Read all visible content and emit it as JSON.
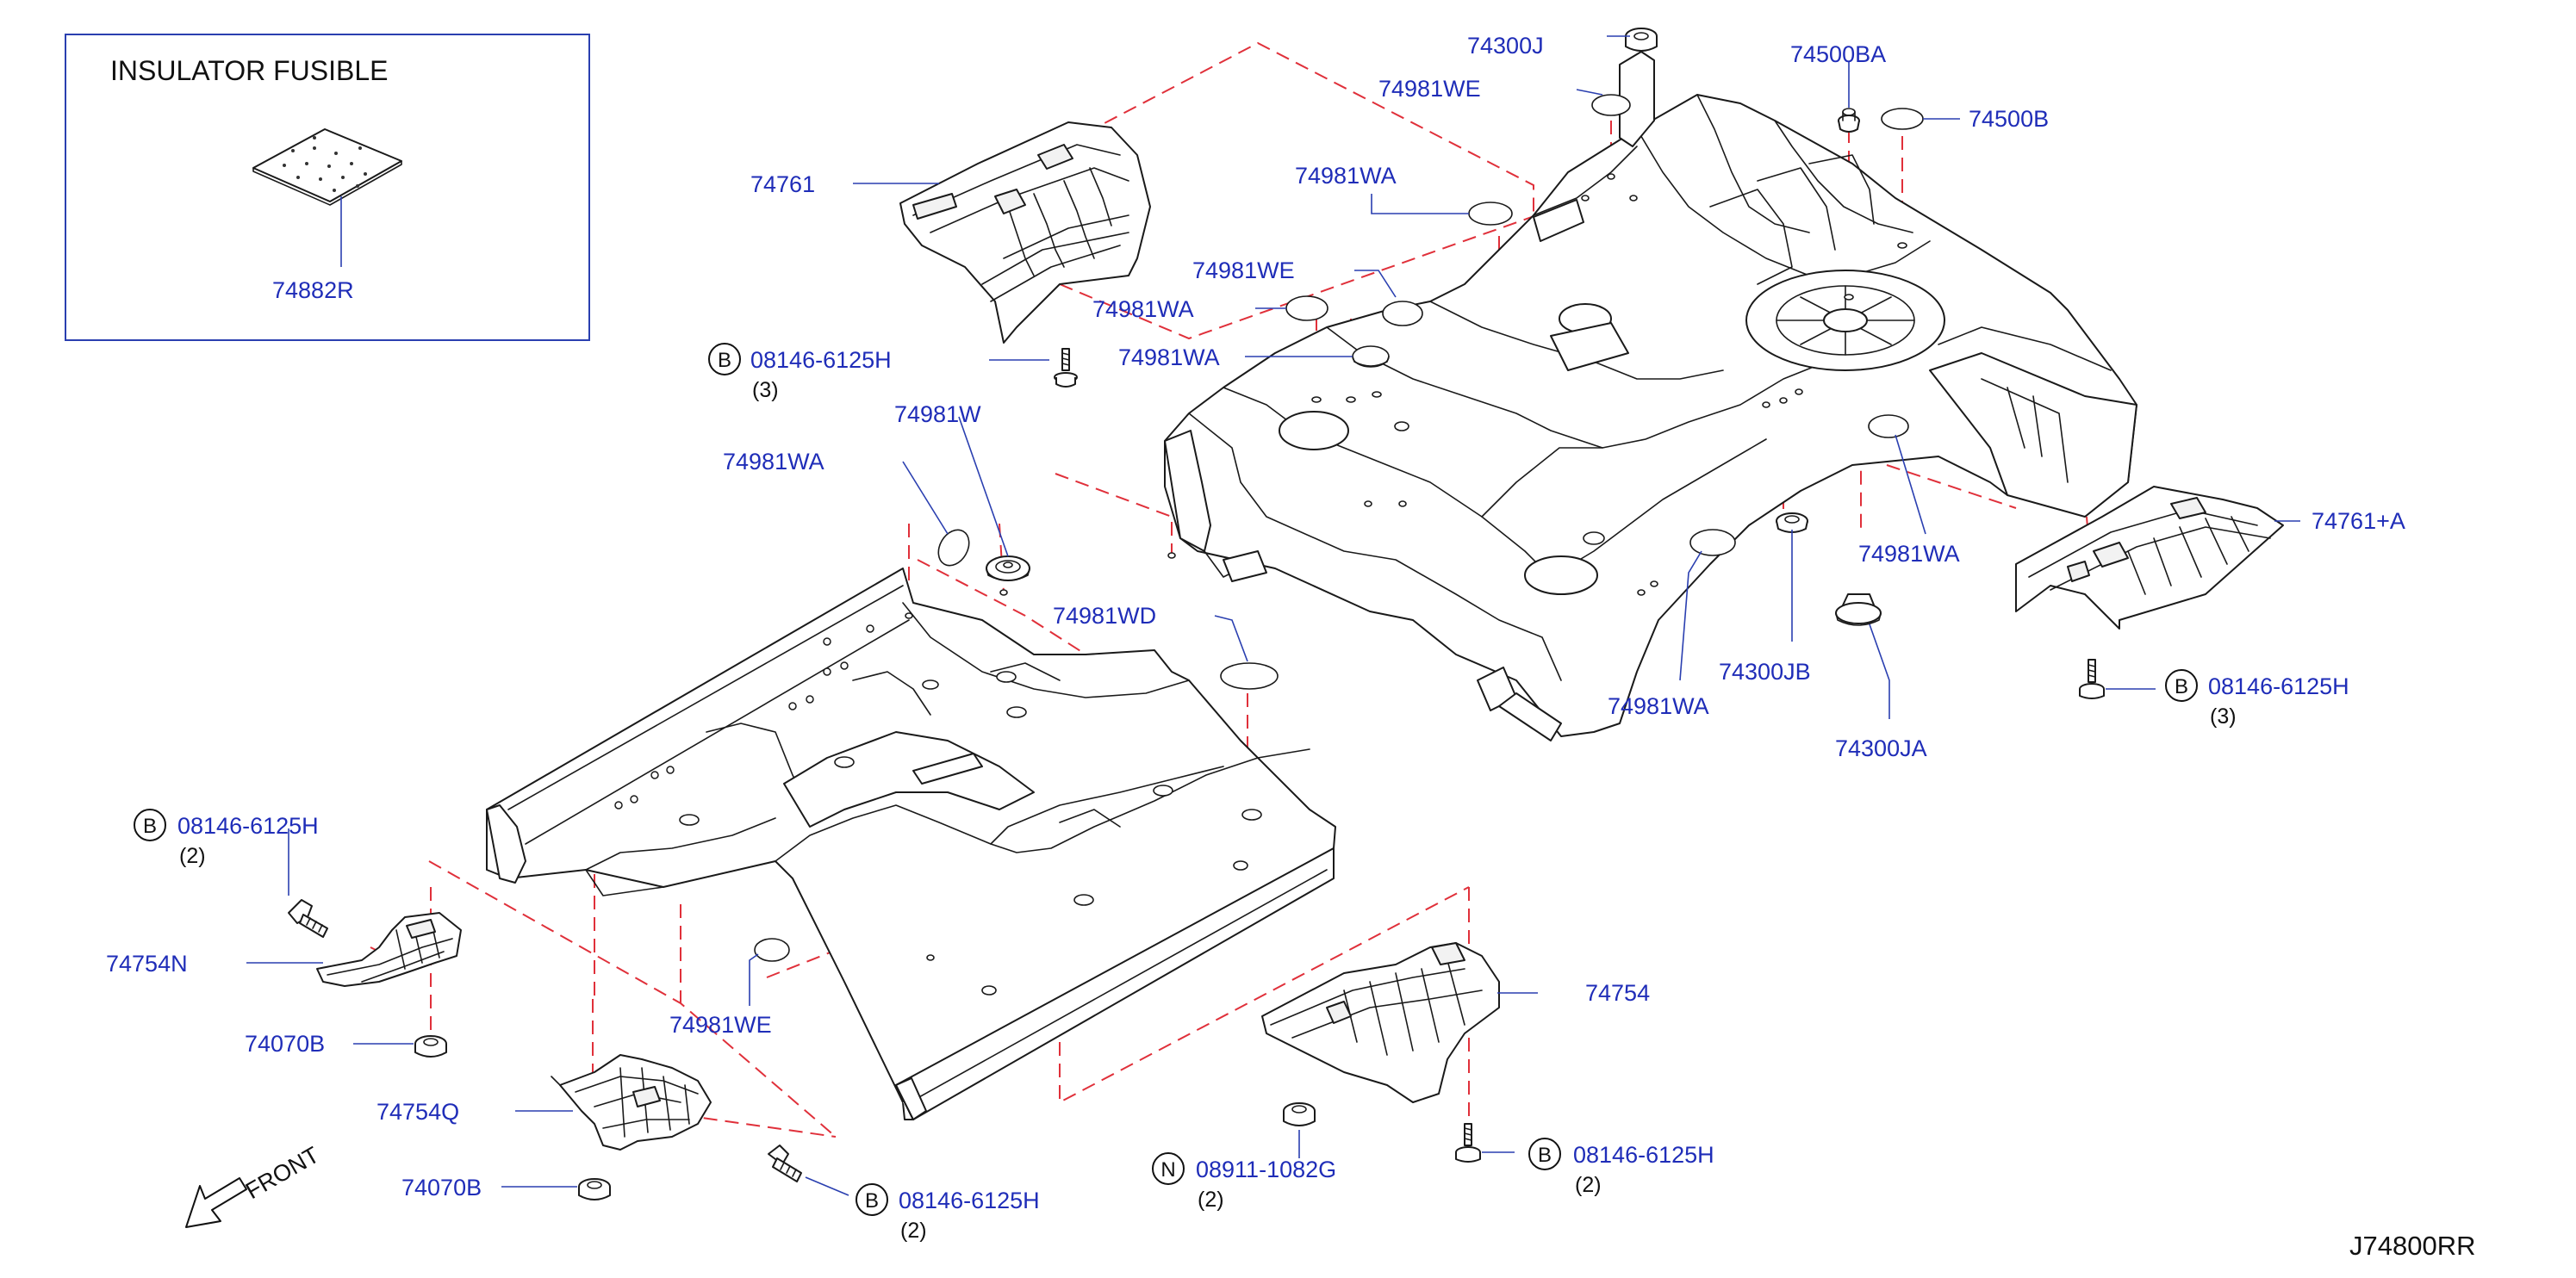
{
  "inset": {
    "title": "INSULATOR  FUSIBLE",
    "part": "74882R"
  },
  "labels": {
    "p74300J": "74300J",
    "p74500BA": "74500BA",
    "p74500B": "74500B",
    "p74981WE_top": "74981WE",
    "p74981WA_top": "74981WA",
    "p74761": "74761",
    "p74981WE_mid": "74981WE",
    "p74981WA_mid1": "74981WA",
    "p74981WA_mid2": "74981WA",
    "bolt_tl_code": "B",
    "bolt_tl_part": "08146-6125H",
    "bolt_tl_qty": "(3)",
    "p74981W": "74981W",
    "p74981WA_left": "74981WA",
    "p74981WD": "74981WD",
    "p74761A": "74761+A",
    "p74981WA_right": "74981WA",
    "p74300JB": "74300JB",
    "p74981WA_bottom": "74981WA",
    "p74300JA": "74300JA",
    "bolt_r_code": "B",
    "bolt_r_part": "08146-6125H",
    "bolt_r_qty": "(3)",
    "bolt_l_code": "B",
    "bolt_l_part": "08146-6125H",
    "bolt_l_qty": "(2)",
    "p74754N": "74754N",
    "p74070B_1": "74070B",
    "p74754Q": "74754Q",
    "p74070B_2": "74070B",
    "p74981WE_low": "74981WE",
    "p74754": "74754",
    "nut_code": "N",
    "nut_part": "08911-1082G",
    "nut_qty": "(2)",
    "bolt_bc_code": "B",
    "bolt_bc_part": "08146-6125H",
    "bolt_bc_qty": "(2)",
    "bolt_br_code": "B",
    "bolt_br_part": "08146-6125H",
    "bolt_br_qty": "(2)"
  },
  "front_label": "FRONT",
  "diagram_id": "J74800RR",
  "colors": {
    "label": "#1f2db8",
    "dashed": "#e0303a",
    "line": "#1a1a1a"
  }
}
